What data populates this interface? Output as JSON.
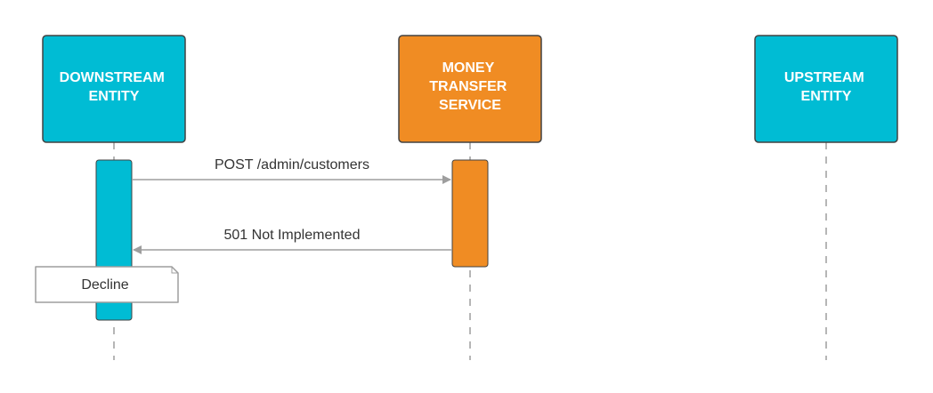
{
  "participants": {
    "downstream": {
      "lines": [
        "DOWNSTREAM",
        "ENTITY"
      ],
      "color": "#00BCD4"
    },
    "money_transfer": {
      "lines": [
        "MONEY",
        "TRANSFER",
        "SERVICE"
      ],
      "color": "#F08C23"
    },
    "upstream": {
      "lines": [
        "UPSTREAM",
        "ENTITY"
      ],
      "color": "#00BCD4"
    }
  },
  "messages": [
    {
      "from": "downstream",
      "to": "money_transfer",
      "label": "POST /admin/customers"
    },
    {
      "from": "money_transfer",
      "to": "downstream",
      "label": "501 Not Implemented"
    }
  ],
  "note": {
    "label": "Decline"
  },
  "colors": {
    "border": "#424242",
    "lifeline": "#9E9E9E",
    "arrow": "#9E9E9E",
    "note_border": "#9E9E9E"
  }
}
